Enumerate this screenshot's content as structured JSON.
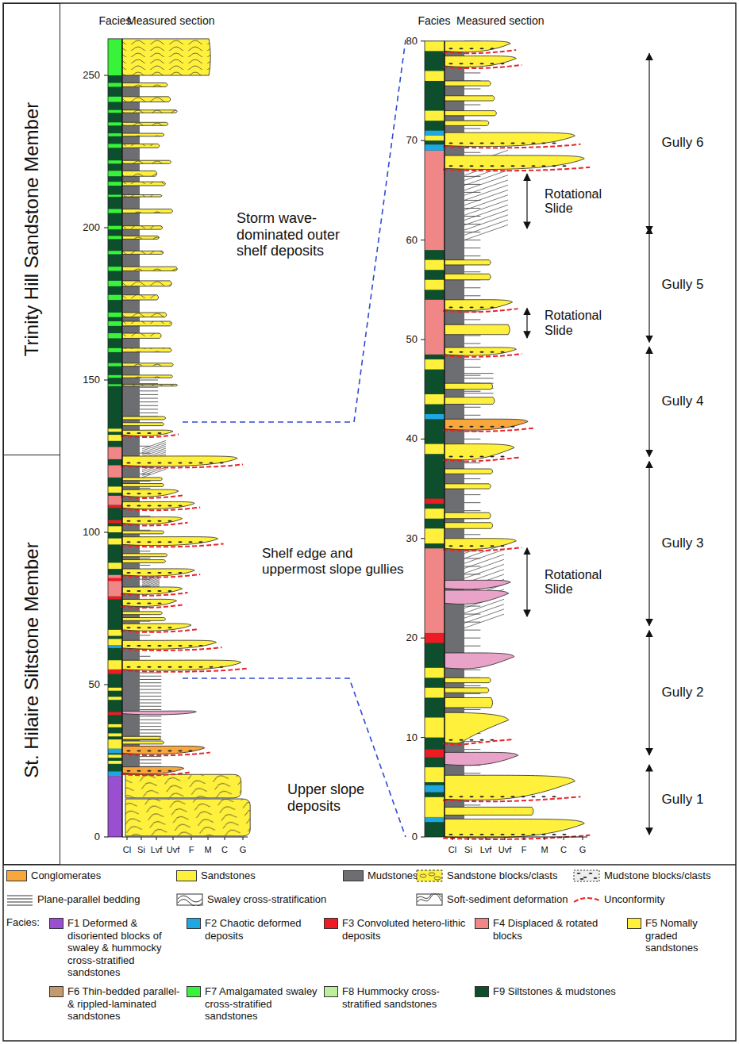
{
  "diagram": {
    "nodes": [
      {
        "text": [
          "Trinity Hill Sandstone Member"
        ]
      },
      {
        "text": [
          "St. Hilaire Siltstone Member"
        ]
      }
    ],
    "labels": [
      "Facies",
      "Measured section",
      "Facies",
      "Measured section",
      "250",
      "200",
      "150",
      "100",
      "50",
      "0",
      "80",
      "70",
      "60",
      "50",
      "40",
      "30",
      "20",
      "10",
      "0",
      "Cl",
      "Si",
      "Lvf",
      "Uvf",
      "F",
      "M",
      "C",
      "G",
      "Cl",
      "Si",
      "Lvf",
      "Uvf",
      "F",
      "M",
      "C",
      "G",
      "Storm wave-dominated outer shelf deposits",
      "Shelf edge and uppermost slope gullies",
      "Upper slope deposits",
      "Gully 6",
      "Gully 5",
      "Gully 4",
      "Gully 3",
      "Gully 2",
      "Gully 1",
      "Rotational Slide",
      "Rotational Slide",
      "Rotational Slide",
      "Facies:"
    ],
    "legend": [
      {
        "text": "Conglomerates",
        "color": "#f9a63a"
      },
      {
        "text": "Sandstones",
        "color": "#fff13b"
      },
      {
        "text": "Mudstones",
        "color": "#6d6e71"
      },
      {
        "text": "Sandstone blocks/clasts"
      },
      {
        "text": "Mudstone blocks/clasts"
      },
      {
        "text": "Plane-parallel bedding"
      },
      {
        "text": "Swaley cross-stratification"
      },
      {
        "text": "Soft-sediment deformation"
      },
      {
        "text": "Unconformity"
      },
      {
        "text": "F1 Deformed & disoriented blocks of swaley & hummocky cross-stratified sandstones",
        "color": "#9a4fd1"
      },
      {
        "text": "F2 Chaotic deformed deposits",
        "color": "#1ea7e1"
      },
      {
        "text": "F3 Convoluted hetero-lithic deposits",
        "color": "#ed1c24"
      },
      {
        "text": "F4 Displaced & rotated blocks",
        "color": "#f08685"
      },
      {
        "text": "F5 Nomally graded sandstones",
        "color": "#fff13b"
      },
      {
        "text": "F6 Thin-bedded parallel- & rippled-laminated sandstones",
        "color": "#c49a6c"
      },
      {
        "text": "F7 Amalgamated swaley cross-stratified sandstones",
        "color": "#39f33a"
      },
      {
        "text": "F8 Hummocky cross-stratified sandstones",
        "color": "#bcee9b"
      },
      {
        "text": "F9 Siltstones & mudstones",
        "color": "#0d4f2c"
      }
    ]
  }
}
